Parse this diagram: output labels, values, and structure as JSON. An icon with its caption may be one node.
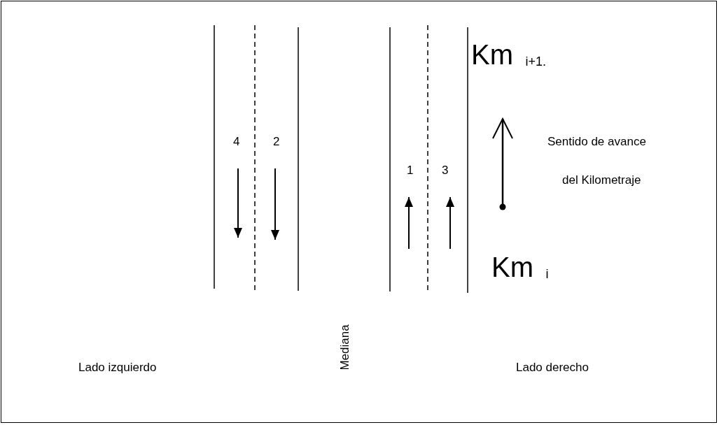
{
  "diagram": {
    "labels": [
      "Km $_{i+1.}$",
      "4",
      "2",
      "1",
      "3",
      "Sentido de avance",
      "del Kilometraje",
      "Km $_{i}$",
      "Lado izquierdo",
      "Mediana",
      "Lado derecho"
    ]
  }
}
